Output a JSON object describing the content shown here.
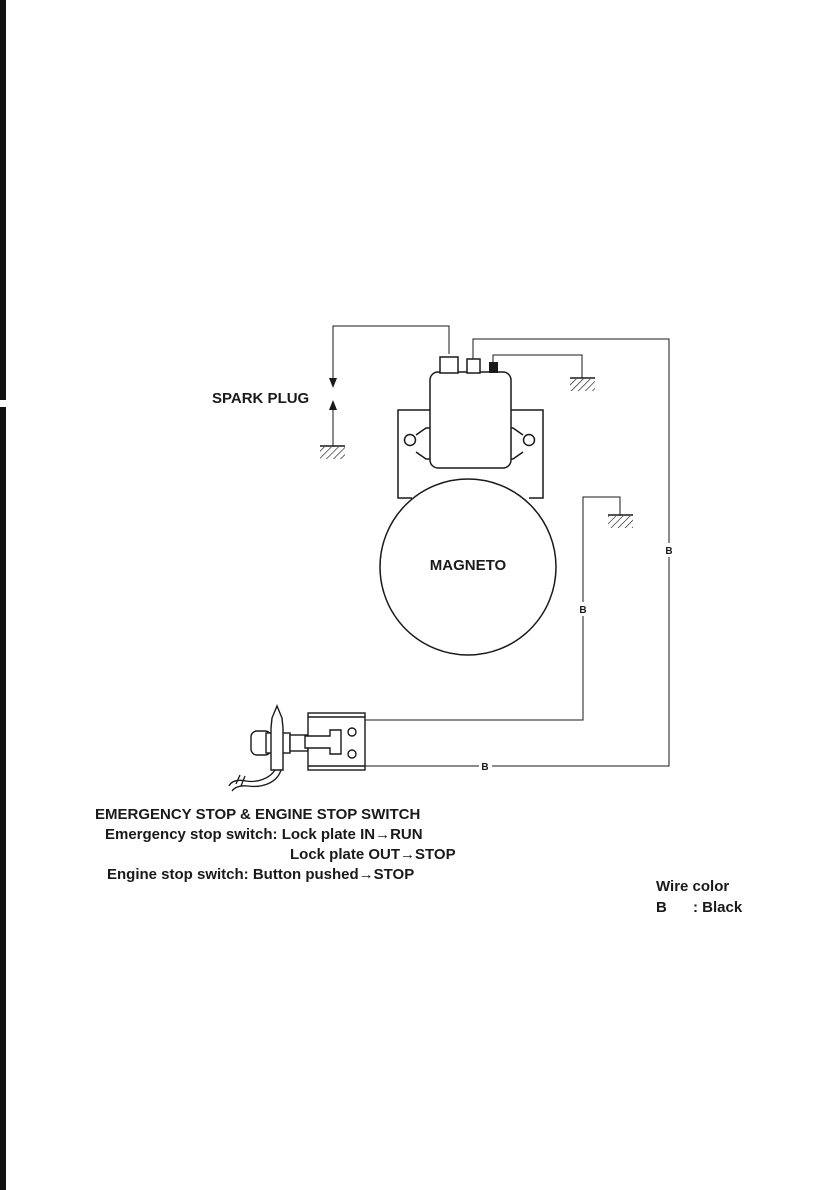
{
  "labels": {
    "spark_plug": "SPARK PLUG",
    "magneto": "MAGNETO",
    "wire_b_top": "B",
    "wire_b_middle": "B",
    "wire_b_bottom": "B"
  },
  "caption": {
    "title": "EMERGENCY STOP & ENGINE STOP SWITCH",
    "line1": "Emergency stop switch: Lock plate IN→RUN",
    "line2": "Lock plate OUT→STOP",
    "line3": "Engine stop switch: Button pushed→STOP"
  },
  "legend": {
    "title": "Wire color",
    "code": "B",
    "meaning": ": Black"
  }
}
